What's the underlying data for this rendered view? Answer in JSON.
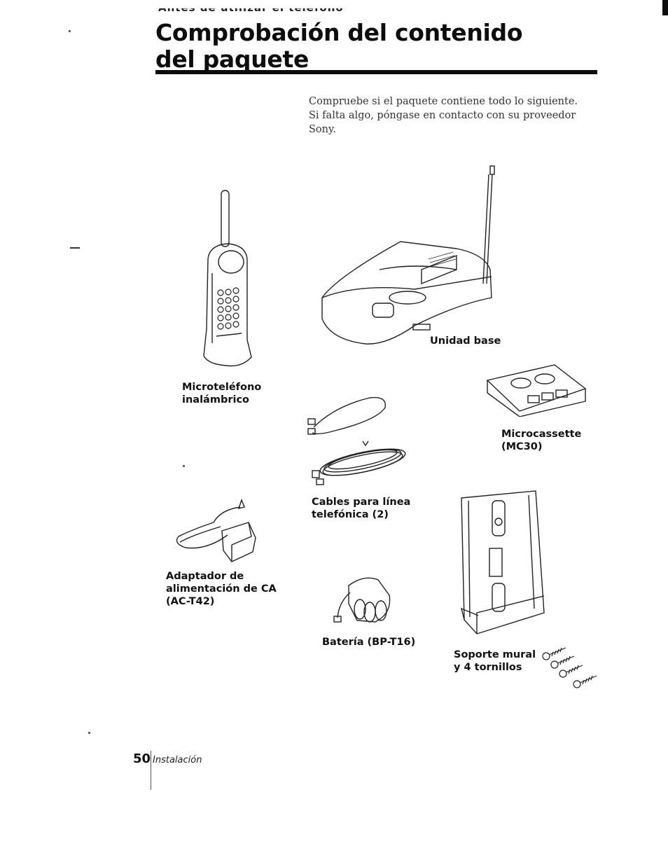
{
  "header": {
    "running_head": "Antes de utilizar el teléfono",
    "title": "Comprobación del contenido del paquete"
  },
  "intro": "Compruebe si el paquete contiene todo lo siguiente. Si falta algo, póngase en contacto con su proveedor Sony.",
  "items": {
    "handset": "Microteléfono inalámbrico",
    "base_unit": "Unidad base",
    "microcassette": "Microcassette (MC30)",
    "cables": "Cables para línea telefónica (2)",
    "adapter": "Adaptador de alimentación de CA (AC-T42)",
    "battery": "Batería (BP-T16)",
    "wall_bracket": "Soporte mural y 4 tornillos"
  },
  "footer": {
    "page_number": "50",
    "section": "Instalación"
  }
}
